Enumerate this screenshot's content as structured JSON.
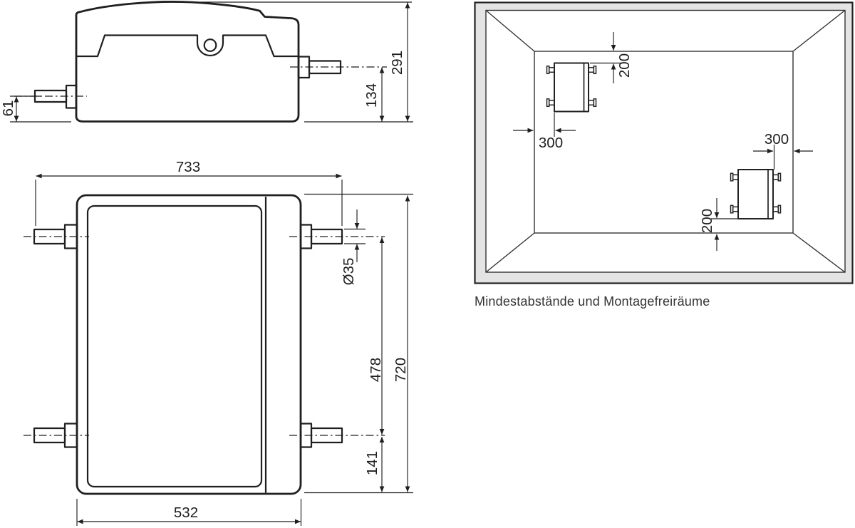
{
  "side_view": {
    "height": "291",
    "pipe_center_from_bottom": "134",
    "left_pipe_center_from_bottom": "61"
  },
  "front_view": {
    "overall_width": "733",
    "pipe_diameter": "Ø35",
    "pipe_vertical_spacing": "478",
    "height": "720",
    "lower_pipe_from_bottom": "141",
    "body_width": "532"
  },
  "room_view": {
    "ceiling_clearance": "200",
    "left_wall_clearance": "300",
    "right_wall_clearance": "300",
    "floor_clearance": "200",
    "caption": "Mindestabstände und Montagefreiräume"
  },
  "colors": {
    "line": "#1f1f1f",
    "room_line": "#333333",
    "wall_fill": "#e4e4e4",
    "background": "#ffffff"
  }
}
